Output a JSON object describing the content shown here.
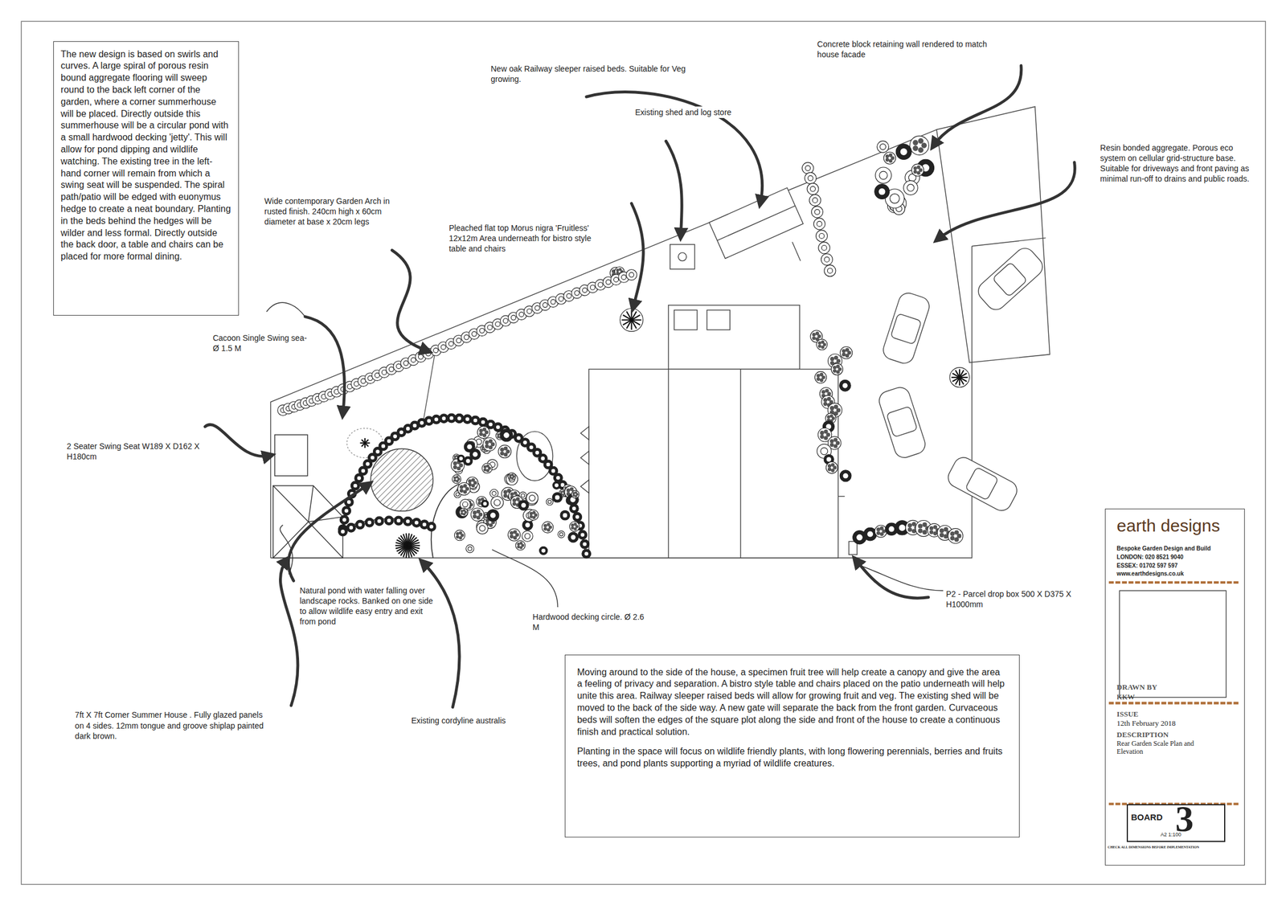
{
  "diagram": {
    "nodes": [
      {
        "text": [
          "The new design is based on swirls and curves. A large spiral of porous resin bound aggregate flooring will sweep round to the back left corner of the garden, where a corner summerhouse will be placed. Directly outside this summerhouse will be a circular pond with a small hardwood decking 'jetty'. This will allow for pond dipping and wildlife watching. The existing tree in the left-hand corner will remain from which a swing seat will be suspended. The spiral path/patio will be edged with euonymus hedge to create a neat boundary. Planting in the beds behind the hedges will be wilder and less formal. Directly outside the back door, a table and chairs can be placed for more formal dining."
        ]
      },
      {
        "text": [
          "Moving around to the side of the house, a specimen fruit tree will help create a canopy and give the area a feeling of privacy and separation. A bistro style table and chairs placed on the patio underneath will help unite this area. Railway sleeper raised beds will allow for growing fruit and veg. The existing shed will be moved to the back of the side way. A new gate will separate the back from the front garden. Curvaceous beds will soften the edges of the square plot along the side and front of the house to create a continuous finish and practical solution.",
          "Planting in the space will focus on wildlife friendly plants, with long flowering perennials, berries and fruits trees, and pond plants supporting a myriad of wildlife creatures."
        ]
      },
      {
        "text": [
          "earth designs",
          "Bespoke Garden Design and Build",
          "LONDON: 020 8521 9040",
          "ESSEX: 01702 597 597",
          "www.earthdesigns.co.uk",
          "DRAWN BY",
          "KKW",
          "ISSUE",
          "12th February 2018",
          "DESCRIPTION",
          "Rear Garden Scale Plan and Elevation",
          "CHECK ALL DIMENSIONS BEFORE IMPLEMENTATION"
        ]
      },
      {
        "text": [
          "BOARD",
          "3",
          "A2 1:100"
        ],
        "in": 2
      }
    ],
    "labels": [
      "Concrete block retaining wall rendered to match house facade",
      "New oak Railway sleeper raised beds. Suitable for Veg growing.",
      "Existing shed and log store",
      "Resin bonded aggregate. Porous eco system on cellular grid-structure base. Suitable for driveways and front paving as minimal run-off to drains and public roads.",
      "Wide contemporary Garden Arch in rusted finish. 240cm high x 60cm diameter at base x 20cm legs",
      "Pleached flat top Morus nigra 'Fruitless' 12x12m Area underneath for bistro style table and chairs",
      "Cacoon Single Swing sea- Ø 1.5 M",
      "2 Seater Swing Seat W189 X D162 X H180cm",
      "Natural pond with water falling over landscape rocks. Banked on one side to allow wildlife easy entry and exit from pond",
      "Hardwood decking circle. Ø 2.6 M",
      "P2 - Parcel drop box 500 X D375 X H1000mm",
      "7ft X 7ft Corner Summer House . Fully glazed panels on 4 sides. 12mm tongue and groove shiplap painted dark brown.",
      "Existing cordyline australis"
    ]
  }
}
